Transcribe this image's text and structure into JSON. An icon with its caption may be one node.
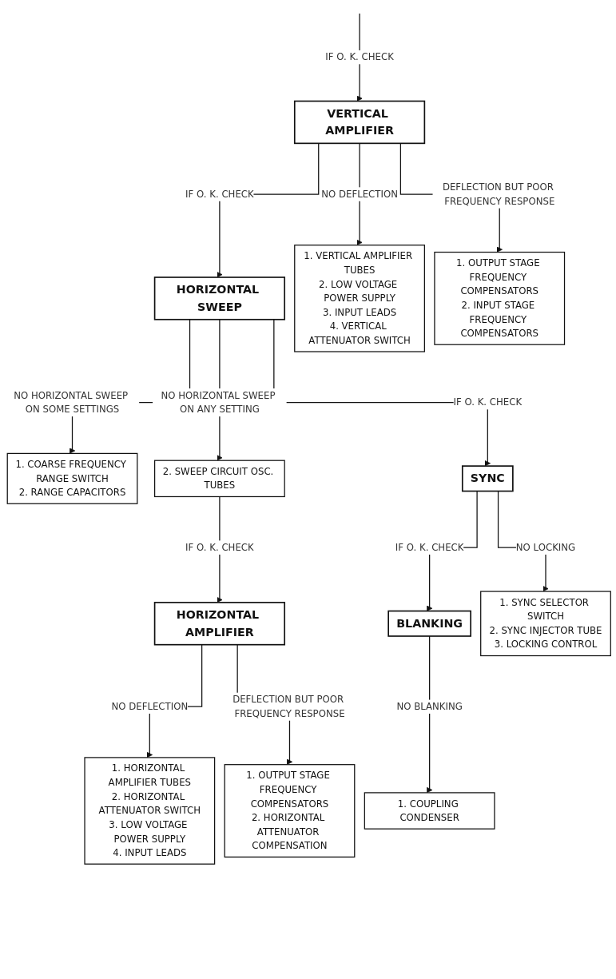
{
  "diagram": {
    "nodes": [
      {
        "text": [
          "VERTICAL AMPLIFIER"
        ]
      },
      {
        "text": [
          "1. VERTICAL AMPLIFIER TUBES",
          "2. LOW VOLTAGE POWER SUPPLY",
          "3. INPUT LEADS",
          "4. VERTICAL ATTENUATOR SWITCH"
        ]
      },
      {
        "text": [
          "1. OUTPUT STAGE FREQUENCY COMPENSATORS",
          "2. INPUT STAGE FREQUENCY COMPENSATORS"
        ]
      },
      {
        "text": [
          "HORIZONTAL SWEEP"
        ]
      },
      {
        "text": [
          "1. COARSE FREQUENCY RANGE SWITCH",
          "2. RANGE CAPACITORS"
        ]
      },
      {
        "text": [
          "2. SWEEP CIRCUIT OSC. TUBES"
        ]
      },
      {
        "text": [
          "HORIZONTAL AMPLIFIER"
        ]
      },
      {
        "text": [
          "SYNC"
        ]
      },
      {
        "text": [
          "1. SYNC SELECTOR SWITCH",
          "2. SYNC INJECTOR TUBE",
          "3. LOCKING CONTROL"
        ]
      },
      {
        "text": [
          "1. HORIZONTAL AMPLIFIER TUBES",
          "2. HORIZONTAL ATTENUATOR SWITCH",
          "3. LOW VOLTAGE POWER SUPPLY",
          "4. INPUT LEADS"
        ]
      },
      {
        "text": [
          "1. OUTPUT STAGE FREQUENCY COMPENSATORS",
          "2. HORIZONTAL ATTENUATOR COMPENSATION"
        ]
      },
      {
        "text": [
          "BLANKING"
        ]
      },
      {
        "text": [
          "1. COUPLING CONDENSER"
        ]
      }
    ],
    "edges": [
      {
        "from": null,
        "to": 0,
        "arrow": "to",
        "label": "IF O. K. CHECK"
      },
      {
        "from": 0,
        "to": 1,
        "arrow": "to",
        "label": "NO DEFLECTION"
      },
      {
        "from": 0,
        "to": 2,
        "arrow": "to",
        "label": "DEFLECTION BUT POOR FREQUENCY RESPONSE"
      },
      {
        "from": 0,
        "to": 3,
        "arrow": "to",
        "label": "IF O. K. CHECK"
      },
      {
        "from": 3,
        "to": 4,
        "arrow": "to",
        "label": "NO HORIZONTAL SWEEP ON SOME SETTINGS"
      },
      {
        "from": 3,
        "to": 5,
        "arrow": "to",
        "label": "NO HORIZONTAL SWEEP ON ANY SETTING"
      },
      {
        "from": 3,
        "to": 7,
        "arrow": "to",
        "label": "IF O. K. CHECK"
      },
      {
        "from": 5,
        "to": 6,
        "arrow": "to",
        "label": "IF O. K. CHECK"
      },
      {
        "from": 6,
        "to": 9,
        "arrow": "to",
        "label": "NO DEFLECTION"
      },
      {
        "from": 6,
        "to": 10,
        "arrow": "to",
        "label": "DEFLECTION BUT POOR FREQUENCY RESPONSE"
      },
      {
        "from": 7,
        "to": 8,
        "arrow": "to",
        "label": "NO LOCKING"
      },
      {
        "from": 7,
        "to": 11,
        "arrow": "to",
        "label": "IF O. K. CHECK"
      },
      {
        "from": 11,
        "to": 12,
        "arrow": "to",
        "label": "NO BLANKING"
      }
    ]
  }
}
